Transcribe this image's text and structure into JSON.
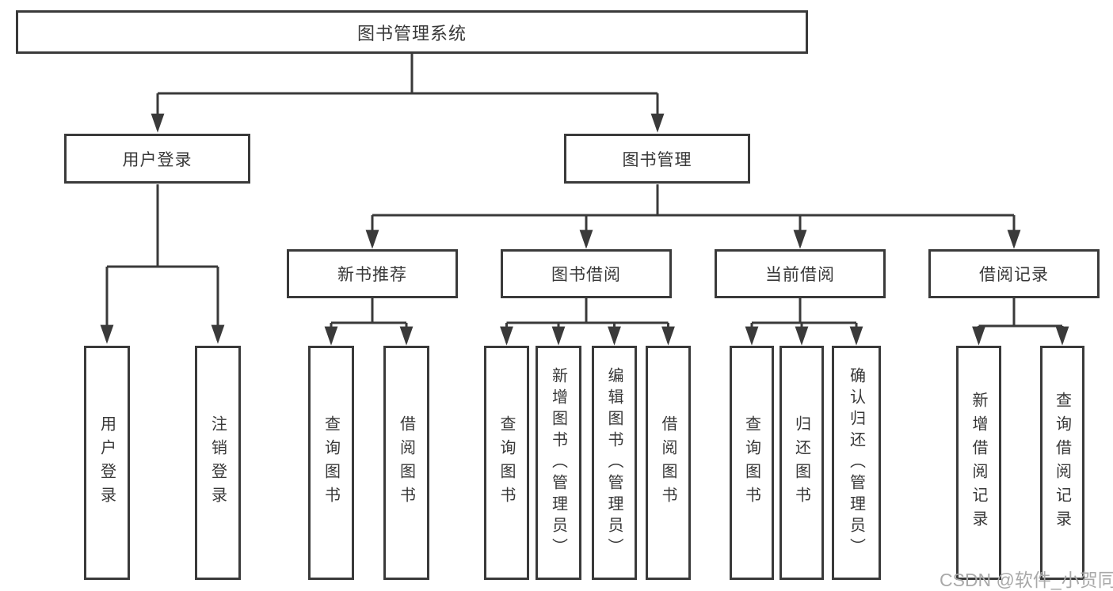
{
  "tree": {
    "root": {
      "label": "图书管理系统"
    },
    "branches": [
      {
        "label": "用户登录",
        "children": [
          {
            "label": "用户登录"
          },
          {
            "label": "注销登录"
          }
        ]
      },
      {
        "label": "图书管理",
        "children": [
          {
            "label": "新书推荐",
            "children": [
              {
                "label": "查询图书"
              },
              {
                "label": "借阅图书"
              }
            ]
          },
          {
            "label": "图书借阅",
            "children": [
              {
                "label": "查询图书"
              },
              {
                "label": "新增图书（管理员）"
              },
              {
                "label": "编辑图书（管理员）"
              },
              {
                "label": "借阅图书"
              }
            ]
          },
          {
            "label": "当前借阅",
            "children": [
              {
                "label": "查询图书"
              },
              {
                "label": "归还图书"
              },
              {
                "label": "确认归还（管理员）"
              }
            ]
          },
          {
            "label": "借阅记录",
            "children": [
              {
                "label": "新增借阅记录"
              },
              {
                "label": "查询借阅记录"
              }
            ]
          }
        ]
      }
    ]
  },
  "watermark": "CSDN @软件_小贺同学",
  "colors": {
    "line": "#3a3a3a",
    "text": "#383838",
    "box_background": "#ffffff",
    "watermark": "#a9a9a9",
    "page_background": "#ffffff"
  }
}
